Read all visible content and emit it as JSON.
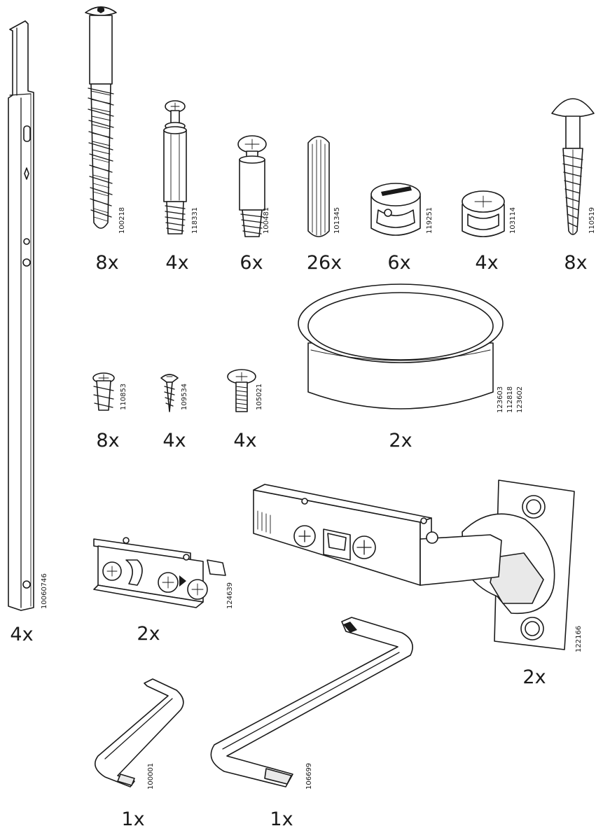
{
  "parts": [
    {
      "id": "rail",
      "code": "10060746",
      "qty": "4x"
    },
    {
      "id": "long-screw",
      "code": "100218",
      "qty": "8x"
    },
    {
      "id": "connector-bolt-long",
      "code": "118331",
      "qty": "4x"
    },
    {
      "id": "connector-bolt-short",
      "code": "100481",
      "qty": "6x"
    },
    {
      "id": "wooden-dowel",
      "code": "101345",
      "qty": "26x"
    },
    {
      "id": "cam-lock",
      "code": "119251",
      "qty": "6x"
    },
    {
      "id": "cam-lock-small",
      "code": "103114",
      "qty": "4x"
    },
    {
      "id": "mushroom-pin",
      "code": "110519",
      "qty": "8x"
    },
    {
      "id": "euro-screw",
      "code": "110853",
      "qty": "8x"
    },
    {
      "id": "wood-screw",
      "code": "109534",
      "qty": "4x"
    },
    {
      "id": "machine-screw",
      "code": "105021",
      "qty": "4x"
    },
    {
      "id": "grommet-ring",
      "codes": [
        "123603",
        "112818",
        "123602"
      ],
      "qty": "2x"
    },
    {
      "id": "mounting-plate",
      "code": "124639",
      "qty": "2x"
    },
    {
      "id": "cabinet-hinge",
      "code": "122166",
      "qty": "2x"
    },
    {
      "id": "allen-key",
      "code": "100001",
      "qty": "1x"
    },
    {
      "id": "screwdriver-key",
      "code": "106699",
      "qty": "1x"
    }
  ]
}
